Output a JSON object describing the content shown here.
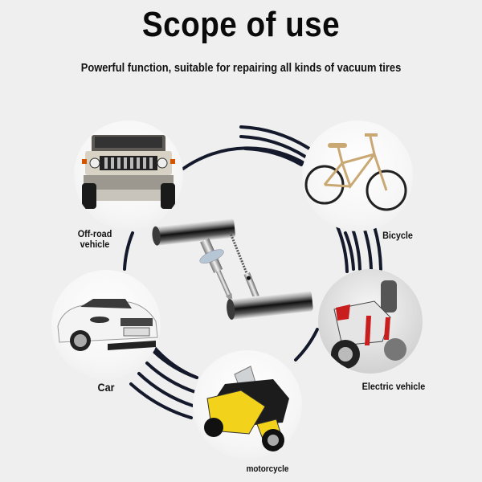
{
  "header": {
    "title": "Scope of use",
    "subtitle": "Powerful function, suitable for repairing all kinds of vacuum tires"
  },
  "product": {
    "name": "tire-repair-t-handle-tools",
    "icon": "t-handle-reamer-and-plug-insert-tool"
  },
  "vehicles": [
    {
      "id": "off-road",
      "label_line1": "Off-road",
      "label_line2": "vehicle",
      "icon": "suv-icon"
    },
    {
      "id": "bicycle",
      "label": "Bicycle",
      "icon": "bicycle-icon"
    },
    {
      "id": "electric",
      "label": "Electric vehicle",
      "icon": "electric-scooter-icon"
    },
    {
      "id": "motorcycle",
      "label": "motorcycle",
      "icon": "three-wheel-motorcycle-icon"
    },
    {
      "id": "car",
      "label": "Car",
      "icon": "sports-car-icon"
    }
  ],
  "colors": {
    "background": "#efefef",
    "arc": "#141a2b",
    "yellow": "#f2d21a",
    "red": "#c81e1e"
  }
}
